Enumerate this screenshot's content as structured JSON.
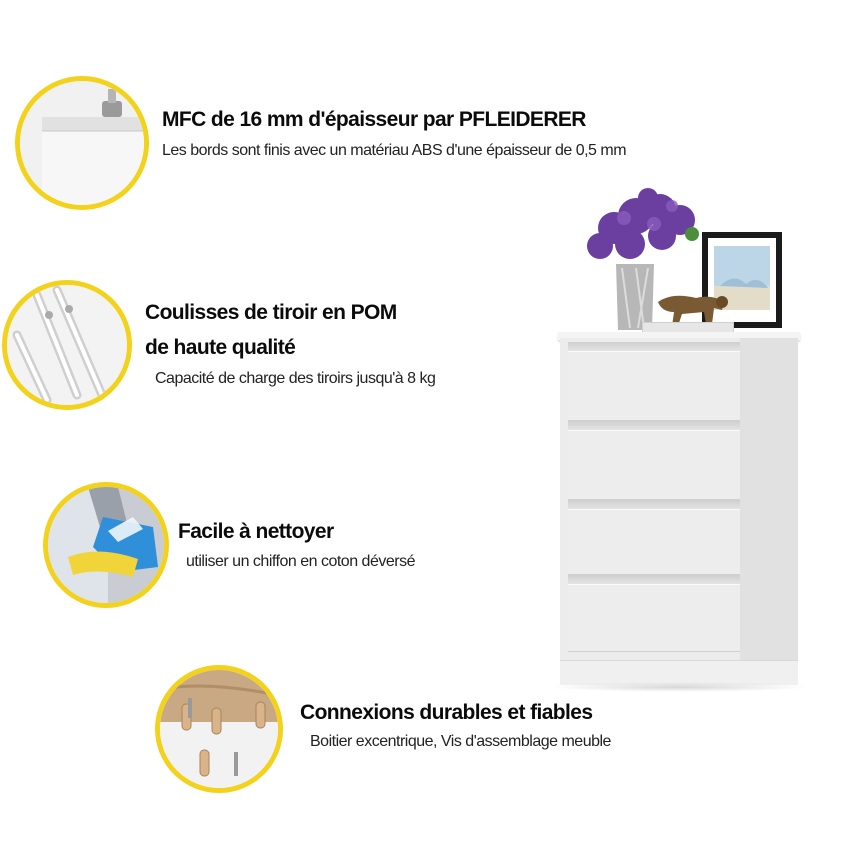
{
  "features": [
    {
      "title_lines": [
        "MFC de 16 mm d'épaisseur par PFLEIDERER"
      ],
      "description": "Les bords sont finis avec un matériau ABS d'une épaisseur de 0,5 mm",
      "icon": "board-edge-icon"
    },
    {
      "title_lines": [
        "Coulisses de tiroir en POM",
        "de haute qualité"
      ],
      "description": "Capacité de charge des tiroirs jusqu'à 8 kg",
      "icon": "drawer-slide-icon"
    },
    {
      "title_lines": [
        "Facile à nettoyer"
      ],
      "description": "utiliser un chiffon en coton déversé",
      "icon": "cleaning-glove-icon"
    },
    {
      "title_lines": [
        "Connexions durables et fiables"
      ],
      "description": "Boitier excentrique,  Vis d'assemblage meuble",
      "icon": "wooden-dowel-icon"
    }
  ],
  "product": {
    "drawer_count": 4,
    "decor": [
      "flower-vase",
      "picture-frame",
      "tiger-figurine",
      "books"
    ]
  },
  "colors": {
    "accent_ring": "#f2d21b",
    "dresser": "#ececec",
    "flowers": "#6b3fa0"
  }
}
